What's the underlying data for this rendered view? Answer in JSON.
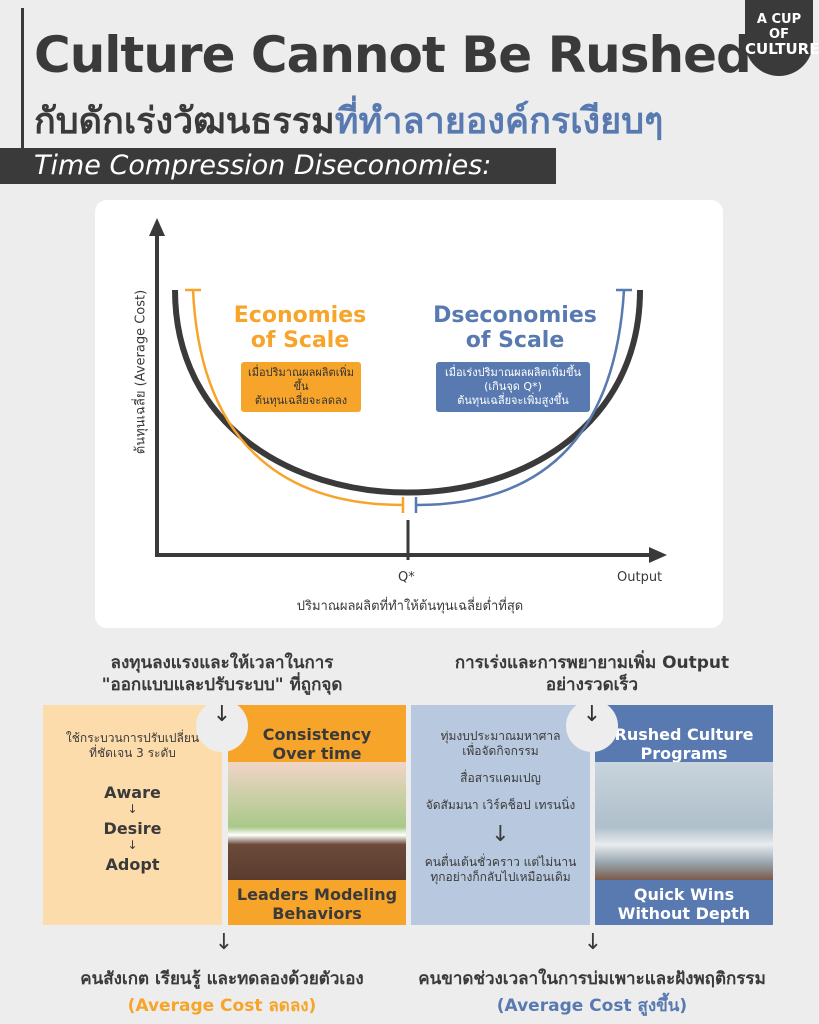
{
  "header": {
    "title": "Culture Cannot Be Rushed",
    "subtitle_dark": "กับดักเร่งวัฒนธรรม",
    "subtitle_blue": "ที่ทำลายองค์กรเงียบๆ",
    "bar": "Time Compression Diseconomies:",
    "logo": [
      "A CUP OF",
      "CULTURE"
    ]
  },
  "chart": {
    "y_label": "ต้นทุนเฉลี่ย (Average Cost)",
    "x_label": "ปริมาณผลผลิตที่ทำให้ต้นทุนเฉลี่ยต่ำที่สุด",
    "q_label": "Q*",
    "output_label": "Output",
    "left": {
      "title1": "Economies",
      "title2": "of Scale",
      "desc1": "เมื่อปริมาณผลผลิตเพิ่มขึ้น",
      "desc2": "ต้นทุนเฉลี่ยจะลดลง"
    },
    "right": {
      "title1": "Dseconomies",
      "title2": "of Scale",
      "desc1": "เมื่อเร่งปริมาณผลผลิตเพิ่มขึ้น",
      "desc2": "(เกินจุด Q*)",
      "desc3": "ต้นทุนเฉลี่ยจะเพิ่มสูงขึ้น"
    }
  },
  "left_section": {
    "heading1": "ลงทุนลงแรงและให้เวลาในการ",
    "heading2": "\"ออกแบบและปรับระบบ\" ที่ถูกจุด",
    "intro1": "ใช้กระบวนการปรับเปลี่ยน",
    "intro2": "ที่ชัดเจน 3 ระดับ",
    "steps": [
      "Aware",
      "Desire",
      "Adopt"
    ],
    "card_top1": "Consistency",
    "card_top2": "Over time",
    "card_bottom1": "Leaders Modeling",
    "card_bottom2": "Behaviors",
    "result": "คนสังเกต เรียนรู้ และทดลองด้วยตัวเอง",
    "result_sub": "(Average Cost ลดลง)"
  },
  "right_section": {
    "heading1": "การเร่งและการพยายามเพิ่ม Output",
    "heading2": "อย่างรวดเร็ว",
    "items": [
      "ทุ่มงบประมาณมหาศาล",
      "เพื่อจัดกิจกรรม",
      "สื่อสารแคมเปญ",
      "จัดสัมมนา เวิร์คช็อป เทรนนิ่ง"
    ],
    "outcome1": "คนตื่นเต้นชั่วคราว แต่ไม่นาน",
    "outcome2": "ทุกอย่างก็กลับไปเหมือนเดิม",
    "card_top1": "Rushed Culture",
    "card_top2": "Programs",
    "card_bottom1": "Quick Wins",
    "card_bottom2": "Without Depth",
    "result": "คนขาดช่วงเวลาในการบ่มเพาะและฝังพฤติกรรม",
    "result_sub": "(Average Cost สูงขึ้น)"
  },
  "colors": {
    "orange": "#f7a42b",
    "blue": "#587ab0",
    "dark": "#3a3a3a",
    "light_orange": "#fddcab",
    "light_blue": "#b8c9df"
  }
}
